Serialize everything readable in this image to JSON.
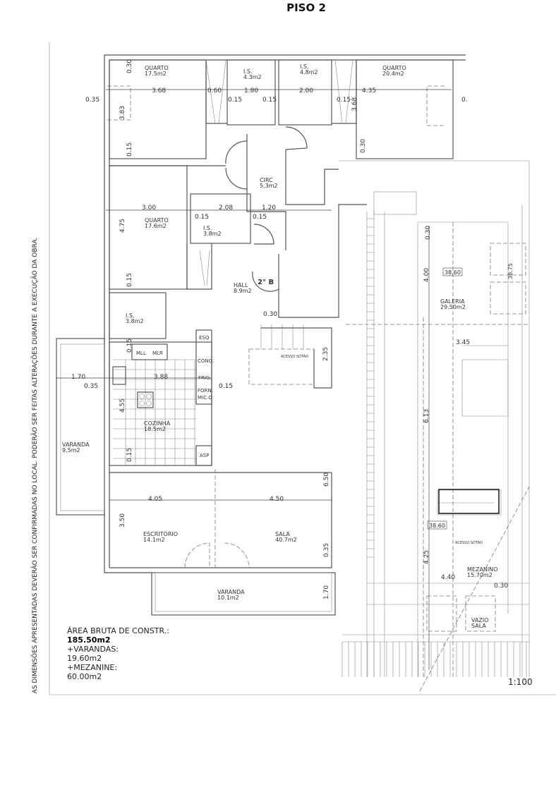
{
  "title": "PISO 2",
  "side_note": "AS DIMENSÕES APRESENTADAS DEVERÃO SER CONFIRMADAS NO LOCAL. PODERÃO SER FEITAS ALTERAÇÕES DURANTE A EXECUÇÃO DA OBRA.",
  "rooms": [
    {
      "name": "QUARTO",
      "area": "17.5m2"
    },
    {
      "name": "I.S.",
      "area": "4.3m2"
    },
    {
      "name": "I.S.",
      "area": "4.8m2"
    },
    {
      "name": "QUARTO",
      "area": "20.4m2"
    },
    {
      "name": "CIRC",
      "area": "5.3m2"
    },
    {
      "name": "QUARTO",
      "area": "17.6m2"
    },
    {
      "name": "I.S.",
      "area": "3.8m2"
    },
    {
      "name": "HALL",
      "area": "8.9m2"
    },
    {
      "name": "I.S.",
      "area": "3.8m2"
    },
    {
      "name": "COZINHA",
      "area": "18.5m2"
    },
    {
      "name": "VARANDA",
      "area": "9.5m2"
    },
    {
      "name": "GALERIA",
      "area": "29.50m2"
    },
    {
      "name": "ESCRITÓRIO",
      "area": "14.1m2"
    },
    {
      "name": "SALA",
      "area": "40.7m2"
    },
    {
      "name": "VARANDA",
      "area": "10.1m2"
    },
    {
      "name": "MEZANINO",
      "area": "15.70m2"
    },
    {
      "name": "VAZIO",
      "area": "SALA"
    }
  ],
  "dimensions": [
    "0.30",
    "3.68",
    "0.60",
    "1.80",
    "2.00",
    "4.35",
    "0.35",
    "0.15",
    "0.15",
    "0.15",
    "3.83",
    "3.68",
    "0.15",
    "0.30",
    "0.",
    "3.00",
    "2.08",
    "1.20",
    "0.15",
    "0.15",
    "4.75",
    "0.15",
    "0.30",
    "0.15",
    "1.70",
    "0.35",
    "3.88",
    "0.15",
    "4.55",
    "0.15",
    "2.35",
    "6.50",
    "0.30",
    "4.00",
    "3.45",
    "6.13",
    "4.25",
    "4.40",
    "0.30",
    "4.05",
    "4.50",
    "3.50",
    "0.35",
    "1.70"
  ],
  "levels": [
    "38.60",
    "38.75",
    "38.60"
  ],
  "fixtures": [
    "MLL",
    "MLR",
    "ESQ",
    "CONG.",
    "FRIG.",
    "FORN.",
    "MIC.O",
    "ASP",
    "ACESSO SÓTÃO",
    "ACESSO SÓTÃO"
  ],
  "stair_tag": "2° B",
  "areas": {
    "gross_label": "ÁREA BRUTA DE CONSTR.:",
    "gross_value": "185.50m2",
    "balconies_label": "+VARANDAS:",
    "balconies_value": "19.60m2",
    "mezzanine_label": "+MEZANINE:",
    "mezzanine_value": "60.00m2"
  },
  "scale": "1:100"
}
